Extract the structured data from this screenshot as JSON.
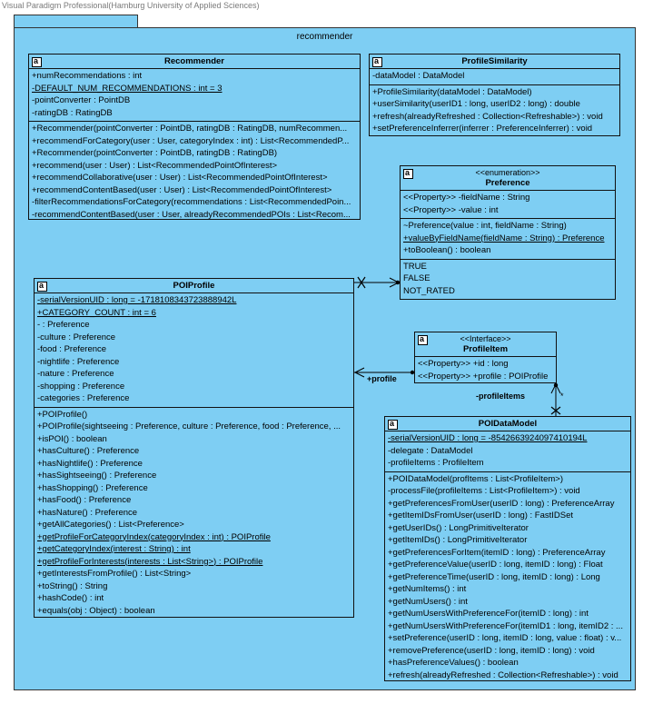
{
  "watermark": "Visual Paradigm Professional(Hamburg University of Applied Sciences)",
  "package": {
    "name": "recommender"
  },
  "colors": {
    "class_fill": "#7ECEF3",
    "border": "#111111",
    "line": "#000000"
  },
  "classes": {
    "recommender": {
      "icon": "class-icon",
      "name": "Recommender",
      "attributes": [
        "+numRecommendations : int",
        "-DEFAULT_NUM_RECOMMENDATIONS : int = 3",
        "-pointConverter : PointDB",
        "-ratingDB : RatingDB"
      ],
      "operations": [
        "+Recommender(pointConverter : PointDB, ratingDB : RatingDB, numRecommen...",
        "+recommendForCategory(user : User, categoryIndex : int) : List<RecommendedP...",
        "+Recommender(pointConverter : PointDB, ratingDB : RatingDB)",
        "+recommend(user : User) : List<RecommendedPointOfInterest>",
        "+recommendCollaborative(user : User) : List<RecommendedPointOfInterest>",
        "+recommendContentBased(user : User) : List<RecommendedPointOfInterest>",
        "-filterRecommendationsForCategory(recommendations : List<RecommendedPoin...",
        "-recommendContentBased(user : User, alreadyRecommendedPOIs : List<Recom..."
      ]
    },
    "profile_similarity": {
      "icon": "class-icon",
      "name": "ProfileSimilarity",
      "attributes": [
        "-dataModel : DataModel"
      ],
      "operations": [
        "+ProfileSimilarity(dataModel : DataModel)",
        "+userSimilarity(userID1 : long, userID2 : long) : double",
        "+refresh(alreadyRefreshed : Collection<Refreshable>) : void",
        "+setPreferenceInferrer(inferrer : PreferenceInferrer) : void"
      ]
    },
    "preference": {
      "icon": "class-icon",
      "stereotype": "<<enumeration>>",
      "name": "Preference",
      "attributes": [
        "<<Property>> -fieldName : String",
        "<<Property>> -value : int"
      ],
      "operations": [
        "~Preference(value : int, fieldName : String)",
        "+valueByFieldName(fieldName : String) : Preference",
        "+toBoolean() : boolean"
      ],
      "literals": [
        "TRUE",
        "FALSE",
        "NOT_RATED"
      ]
    },
    "poi_profile": {
      "icon": "class-icon",
      "name": "POIProfile",
      "attributes": [
        "-serialVersionUID : long = -1718108343723888942L",
        "+CATEGORY_COUNT : int = 6",
        "- : Preference",
        "-culture : Preference",
        "-food : Preference",
        "-nightlife : Preference",
        "-nature : Preference",
        "-shopping : Preference",
        "-categories : Preference"
      ],
      "operations": [
        "+POIProfile()",
        "+POIProfile(sightseeing : Preference, culture : Preference, food : Preference, ...",
        "+isPOI() : boolean",
        "+hasCulture() : Preference",
        "+hasNightlife() : Preference",
        "+hasSightseeing() : Preference",
        "+hasShopping() : Preference",
        "+hasFood() : Preference",
        "+hasNature() : Preference",
        "+getAllCategories() : List<Preference>",
        "+getProfileForCategoryIndex(categoryIndex : int) : POIProfile",
        "+getCategoryIndex(interest : String) : int",
        "+getProfileForInterests(interests : List<String>) : POIProfile",
        "+getInterestsFromProfile() : List<String>",
        "+toString() : String",
        "+hashCode() : int",
        "+equals(obj : Object) : boolean"
      ]
    },
    "profile_item": {
      "icon": "class-icon",
      "stereotype": "<<Interface>>",
      "name": "ProfileItem",
      "attributes": [
        "<<Property>> +id : long",
        "<<Property>> +profile : POIProfile"
      ]
    },
    "poi_data_model": {
      "icon": "class-icon",
      "name": "POIDataModel",
      "attributes": [
        "-serialVersionUID : long = -8542663924097410194L",
        "-delegate : DataModel",
        "-profileItems : ProfileItem"
      ],
      "operations": [
        "+POIDataModel(profItems : List<ProfileItem>)",
        "-processFile(profileItems : List<ProfileItem>) : void",
        "+getPreferencesFromUser(userID : long) : PreferenceArray",
        "+getItemIDsFromUser(userID : long) : FastIDSet",
        "+getUserIDs() : LongPrimitiveIterator",
        "+getItemIDs() : LongPrimitiveIterator",
        "+getPreferencesForItem(itemID : long) : PreferenceArray",
        "+getPreferenceValue(userID : long, itemID : long) : Float",
        "+getPreferenceTime(userID : long, itemID : long) : Long",
        "+getNumItems() : int",
        "+getNumUsers() : int",
        "+getNumUsersWithPreferenceFor(itemID : long) : int",
        "+getNumUsersWithPreferenceFor(itemID1 : long, itemID2 : ...",
        "+setPreference(userID : long, itemID : long, value : float) : v...",
        "+removePreference(userID : long, itemID : long) : void",
        "+hasPreferenceValues() : boolean",
        "+refresh(alreadyRefreshed : Collection<Refreshable>) : void"
      ]
    }
  },
  "associations": {
    "profile_role": "+profile",
    "profile_items_role": "-profileItems",
    "profile_items_multiplicity": "*"
  }
}
